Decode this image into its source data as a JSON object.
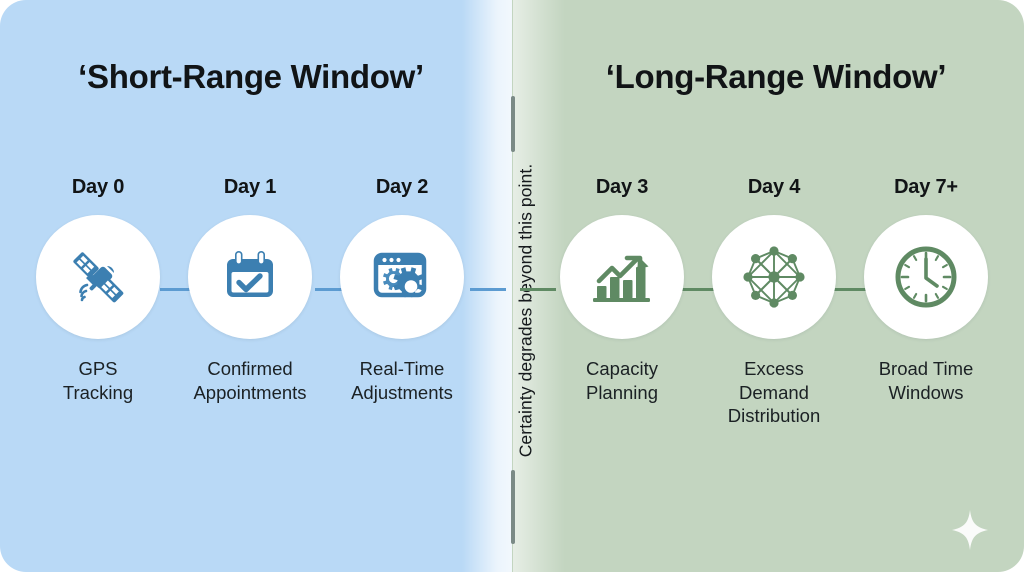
{
  "colors": {
    "left_panel": "#b9d9f6",
    "right_panel": "#c3d5c0",
    "left_accent": "#3c7fb1",
    "right_accent": "#5f8a63",
    "divider": "#7b8a86",
    "text": "#111416",
    "bubble": "#ffffff"
  },
  "divider": {
    "note": "Certainty degrades beyond this point."
  },
  "left_panel": {
    "title": "‘Short-Range Window’",
    "nodes": [
      {
        "day": "Day 0",
        "caption": "GPS\nTracking",
        "icon": "satellite-icon"
      },
      {
        "day": "Day 1",
        "caption": "Confirmed\nAppointments",
        "icon": "calendar-check-icon"
      },
      {
        "day": "Day 2",
        "caption": "Real-Time\nAdjustments",
        "icon": "browser-gears-icon"
      }
    ]
  },
  "right_panel": {
    "title": "‘Long-Range Window’",
    "nodes": [
      {
        "day": "Day 3",
        "caption": "Capacity\nPlanning",
        "icon": "bar-chart-growth-icon"
      },
      {
        "day": "Day 4",
        "caption": "Excess\nDemand\nDistribution",
        "icon": "network-mesh-icon"
      },
      {
        "day": "Day 7+",
        "caption": "Broad Time\nWindows",
        "icon": "clock-icon"
      }
    ]
  },
  "decoration": {
    "sparkle": "sparkle-icon"
  }
}
